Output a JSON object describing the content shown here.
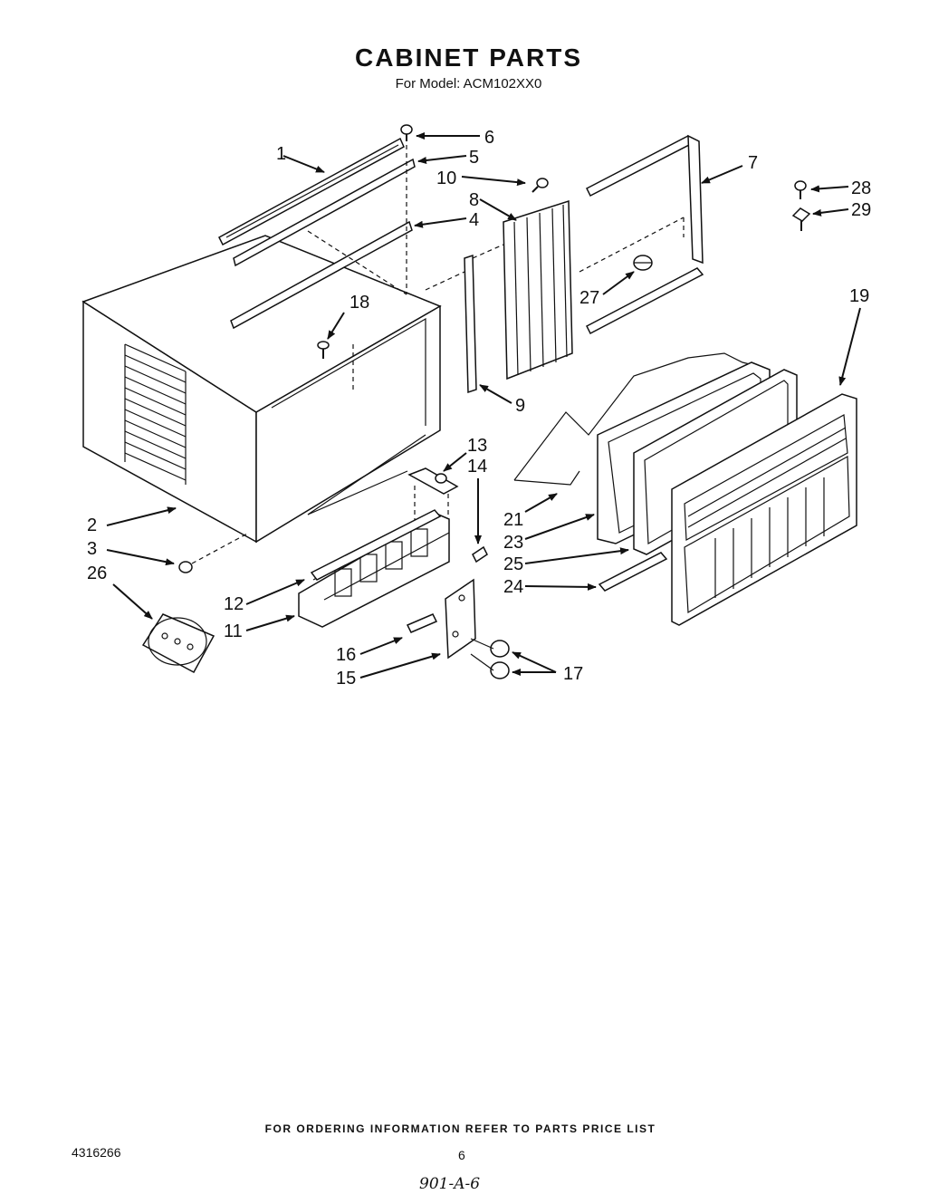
{
  "header": {
    "title": "CABINET PARTS",
    "subtitle": "For Model: ACM102XX0"
  },
  "callouts": {
    "c1": "1",
    "c2": "2",
    "c3": "3",
    "c4": "4",
    "c5": "5",
    "c6": "6",
    "c7": "7",
    "c8": "8",
    "c9": "9",
    "c10": "10",
    "c11": "11",
    "c12": "12",
    "c13": "13",
    "c14": "14",
    "c15": "15",
    "c16": "16",
    "c17": "17",
    "c18": "18",
    "c19": "19",
    "c21": "21",
    "c23": "23",
    "c24": "24",
    "c25": "25",
    "c26": "26",
    "c27": "27",
    "c28": "28",
    "c29": "29"
  },
  "footer": {
    "ordering_note": "FOR ORDERING INFORMATION REFER TO PARTS PRICE LIST",
    "document_number": "4316266",
    "page_number": "6",
    "handwritten_note": "901-A-6"
  }
}
